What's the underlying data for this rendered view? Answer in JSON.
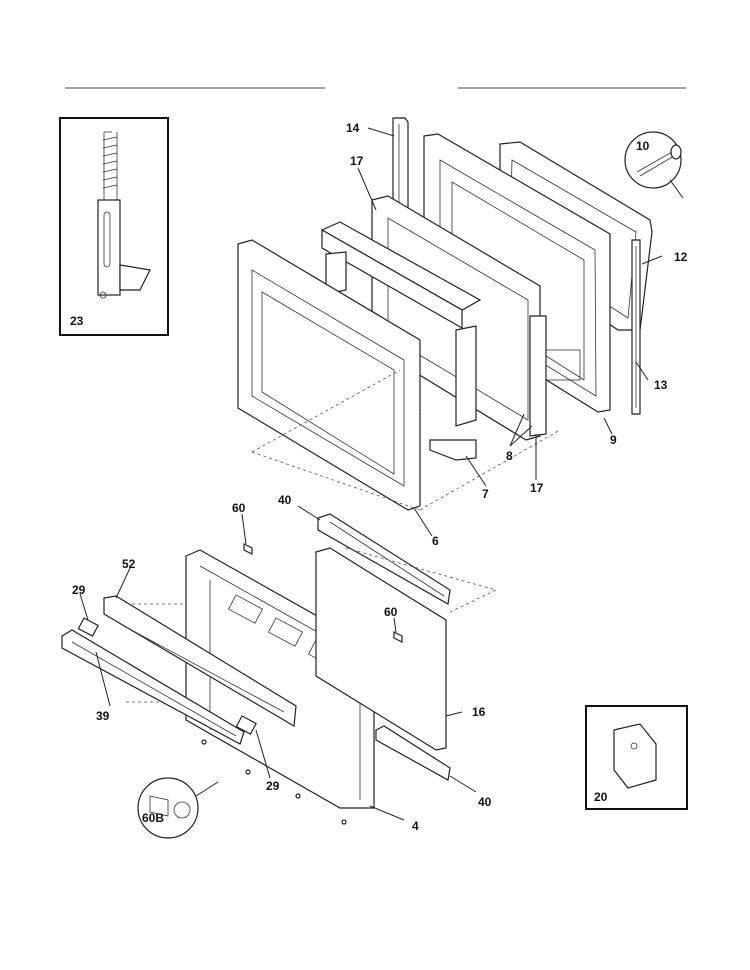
{
  "diagram": {
    "callouts": [
      {
        "id": "c14",
        "text": "14"
      },
      {
        "id": "c17a",
        "text": "17"
      },
      {
        "id": "c10",
        "text": "10"
      },
      {
        "id": "c12",
        "text": "12"
      },
      {
        "id": "c13",
        "text": "13"
      },
      {
        "id": "c9",
        "text": "9"
      },
      {
        "id": "c8",
        "text": "8"
      },
      {
        "id": "c17b",
        "text": "17"
      },
      {
        "id": "c7",
        "text": "7"
      },
      {
        "id": "c6",
        "text": "6"
      },
      {
        "id": "c23",
        "text": "23"
      },
      {
        "id": "c40a",
        "text": "40"
      },
      {
        "id": "c60a",
        "text": "60"
      },
      {
        "id": "c52",
        "text": "52"
      },
      {
        "id": "c29a",
        "text": "29"
      },
      {
        "id": "c60b",
        "text": "60"
      },
      {
        "id": "c39",
        "text": "39"
      },
      {
        "id": "c16",
        "text": "16"
      },
      {
        "id": "c29b",
        "text": "29"
      },
      {
        "id": "c40b",
        "text": "40"
      },
      {
        "id": "c4",
        "text": "4"
      },
      {
        "id": "c60B",
        "text": "60B"
      },
      {
        "id": "c20",
        "text": "20"
      }
    ]
  }
}
